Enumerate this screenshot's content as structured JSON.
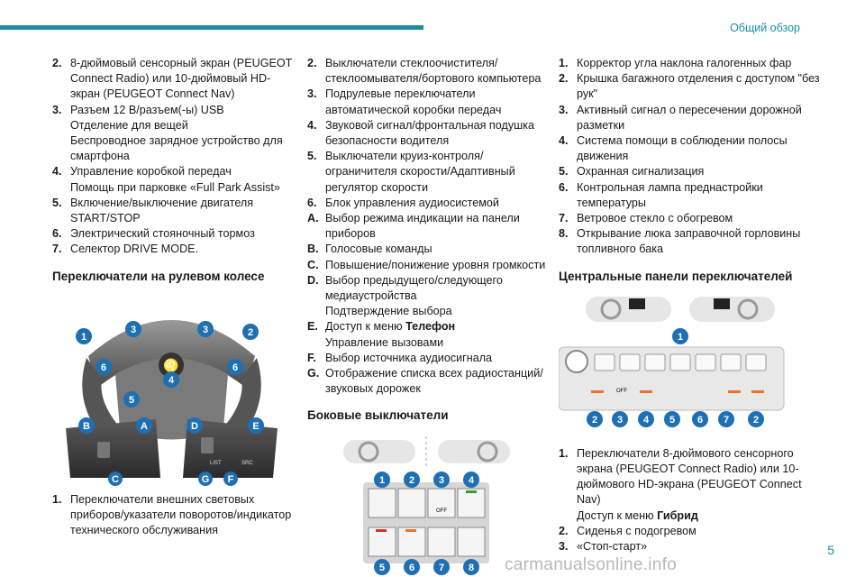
{
  "header": {
    "section_title": "Общий обзор"
  },
  "col1": {
    "items": [
      {
        "num": "2.",
        "lines": [
          "8-дюймовый сенсорный экран (PEUGEOT Connect Radio) или 10-дюймовый HD-экран (PEUGEOT Connect Nav)"
        ]
      },
      {
        "num": "3.",
        "lines": [
          "Разъем 12 В/разъем(-ы) USB",
          "Отделение для вещей",
          "Беспроводное зарядное устройство для смартфона"
        ]
      },
      {
        "num": "4.",
        "lines": [
          "Управление коробкой передач",
          "Помощь при парковке «Full Park Assist»"
        ]
      },
      {
        "num": "5.",
        "lines": [
          "Включение/выключение двигателя START/STOP"
        ]
      },
      {
        "num": "6.",
        "lines": [
          "Электрический стояночный тормоз"
        ]
      },
      {
        "num": "7.",
        "lines": [
          "Селектор DRIVE MODE."
        ]
      }
    ],
    "heading": "Переключатели на рулевом колесе",
    "items2": [
      {
        "num": "1.",
        "lines": [
          "Переключатели внешних световых приборов/указатели поворотов/индикатор технического обслуживания"
        ]
      }
    ]
  },
  "col2": {
    "items": [
      {
        "num": "2.",
        "lines": [
          "Выключатели стеклоочистителя/стеклоомывателя/бортового компьютера"
        ]
      },
      {
        "num": "3.",
        "lines": [
          "Подрулевые переключатели автоматической коробки передач"
        ]
      },
      {
        "num": "4.",
        "lines": [
          "Звуковой сигнал/фронтальная подушка безопасности водителя"
        ]
      },
      {
        "num": "5.",
        "lines": [
          "Выключатели круиз-контроля/ограничителя скорости/Адаптивный регулятор скорости"
        ]
      },
      {
        "num": "6.",
        "lines": [
          "Блок управления аудиосистемой"
        ]
      },
      {
        "num": "A.",
        "lines": [
          "Выбор режима индикации на панели приборов"
        ]
      },
      {
        "num": "B.",
        "lines": [
          "Голосовые команды"
        ]
      },
      {
        "num": "C.",
        "lines": [
          "Повышение/понижение уровня громкости"
        ]
      },
      {
        "num": "D.",
        "lines": [
          "Выбор предыдущего/следующего медиаустройства",
          "Подтверждение выбора"
        ]
      },
      {
        "num": "E.",
        "prefix": "Доступ к меню ",
        "bold": "Телефон",
        "lines": [
          "Управление вызовами"
        ]
      },
      {
        "num": "F.",
        "lines": [
          "Выбор источника аудиосигнала"
        ]
      },
      {
        "num": "G.",
        "lines": [
          "Отображение списка всех радиостанций/звуковых дорожек"
        ]
      }
    ],
    "heading": "Боковые выключатели"
  },
  "col3": {
    "items": [
      {
        "num": "1.",
        "lines": [
          "Корректор угла наклона галогенных фар"
        ]
      },
      {
        "num": "2.",
        "lines": [
          "Крышка багажного отделения с доступом \"без рук\""
        ]
      },
      {
        "num": "3.",
        "lines": [
          "Активный сигнал о пересечении дорожной разметки"
        ]
      },
      {
        "num": "4.",
        "lines": [
          "Система помощи в соблюдении полосы движения"
        ]
      },
      {
        "num": "5.",
        "lines": [
          "Охранная сигнализация"
        ]
      },
      {
        "num": "6.",
        "lines": [
          "Контрольная лампа преднастройки температуры"
        ]
      },
      {
        "num": "7.",
        "lines": [
          "Ветровое стекло с обогревом"
        ]
      },
      {
        "num": "8.",
        "lines": [
          "Открывание люка заправочной горловины топливного бака"
        ]
      }
    ],
    "heading": "Центральные панели переключателей",
    "items2": [
      {
        "num": "1.",
        "lines": [
          "Переключатели 8-дюймового сенсорного экрана (PEUGEOT Connect Radio) или 10-дюймового HD-экрана (PEUGEOT Connect Nav)"
        ],
        "prefix2": "Доступ к меню ",
        "bold2": "Гибрид"
      },
      {
        "num": "2.",
        "lines": [
          "Сиденья с подогревом"
        ]
      },
      {
        "num": "3.",
        "lines": [
          "«Стоп-старт»"
        ]
      }
    ]
  },
  "wheel_callouts": {
    "n1": "1",
    "n2": "2",
    "n3": "3",
    "n4": "4",
    "n5": "5",
    "n6": "6",
    "A": "A",
    "B": "B",
    "C": "C",
    "D": "D",
    "E": "E",
    "F": "F",
    "G": "G",
    "list": "LIST",
    "src": "SRC"
  },
  "side_callouts": {
    "n1": "1",
    "n2": "2",
    "n3": "3",
    "n4": "4",
    "n5": "5",
    "n6": "6",
    "n7": "7",
    "n8": "8",
    "off": "OFF"
  },
  "center_callouts": {
    "n1": "1",
    "n2": "2",
    "n3": "3",
    "n4": "4",
    "n5": "5",
    "n6": "6",
    "n7": "7",
    "n8": "2",
    "off": "OFF"
  },
  "footer": {
    "page_number": "5",
    "watermark": "carmanualsonline.info"
  },
  "colors": {
    "accent": "#1a8fa0",
    "callout": "#1f6fb3",
    "led_orange": "#e8762b",
    "led_green": "#3a9a3a",
    "led_red": "#d0322c"
  }
}
